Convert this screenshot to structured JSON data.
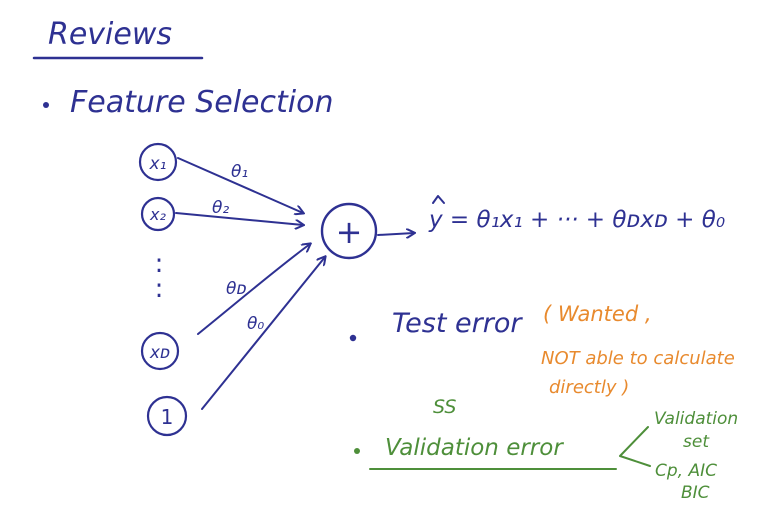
{
  "title": "Reviews",
  "bullets": {
    "feature_selection": "Feature Selection",
    "test_error": "Test error",
    "validation_error": "Validation error"
  },
  "network": {
    "inputs": [
      "x₁",
      "x₂",
      "xᴅ",
      "1"
    ],
    "dots": ":",
    "weights": [
      "θ₁",
      "θ₂",
      "θᴅ",
      "θ₀"
    ],
    "sum_node": "+",
    "equation": "y = θ₁x₁ + ··· + θᴅxᴅ + θ₀"
  },
  "annotations": {
    "test_note_line1": "( Wanted ,",
    "test_note_line2": "NOT able to calculate",
    "test_note_line3": "directly )",
    "ss": "SS",
    "validation_options": [
      "Validation",
      "set",
      "Cp, AIC",
      "BIC"
    ]
  },
  "colors": {
    "ink_blue": "#2e3192",
    "ink_orange": "#e88a2e",
    "ink_green": "#4e8f3a"
  }
}
